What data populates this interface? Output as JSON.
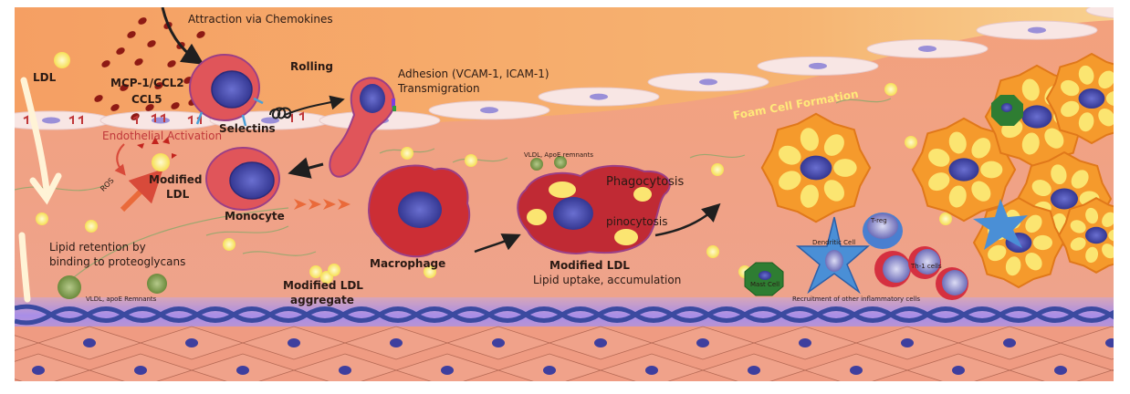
{
  "figure": {
    "topic": "Atherosclerosis lesion development",
    "colors": {
      "lumen_top": "#f6a565",
      "lumen_light": "#f7cf8a",
      "intima": "#f1a080",
      "endothelium": "#f8e6e4",
      "basement_band": "#a88ee8",
      "elastic_lamina": "#3b4aa0",
      "smooth_muscle": "#ef9a80",
      "nucleus": "#3e3f9e",
      "monocyte": "#e0555a",
      "macrophage": "#cc2e35",
      "foam_cell": "#f59a2c",
      "lipid": "#fbe571",
      "vldl": "#7a9a4c",
      "chemokine": "#8e1a14",
      "dendritic": "#4a8fd6",
      "mast_cell": "#2e7d32",
      "arrow": "#1f1f1f",
      "ros_arrow": "#ea6a3a"
    }
  },
  "labels": {
    "ldl": "LDL",
    "chemokines": "MCP-1/CCL2",
    "ccl5": "CCL5",
    "attraction": "Attraction via Chemokines",
    "rolling": "Rolling",
    "selectins": "Selectins",
    "adhesion": "Adhesion (VCAM-1, ICAM-1)",
    "transmigration": "Transmigration",
    "endothelial_activation": "Endothelial Activation",
    "ros": "ROS",
    "modified_ldl_1": "Modified",
    "modified_ldl_2": "LDL",
    "monocyte": "Monocyte",
    "lipid_retention_1": "Lipid retention by",
    "lipid_retention_2": "binding to proteoglycans",
    "vldl_left": "VLDL, apoE Remnants",
    "modified_ldl_aggregate_1": "Modified LDL",
    "modified_ldl_aggregate_2": "aggregate",
    "macrophage": "Macrophage",
    "vldl_top": "VLDL, ApoE remnants",
    "phagocytosis": "Phagocytosis",
    "pinocytosis": "pinocytosis",
    "modified_ldl_uptake": "Modified LDL",
    "lipid_uptake": "Lipid uptake, accumulation",
    "foam_cell_formation": "Foam Cell Formation",
    "t_reg": "T-reg",
    "dendritic_cell": "Dendritic Cell",
    "th1": "Th-1 cells",
    "mast_cell": "Mast Cell",
    "recruitment": "Recruitment of other inflammatory cells"
  }
}
